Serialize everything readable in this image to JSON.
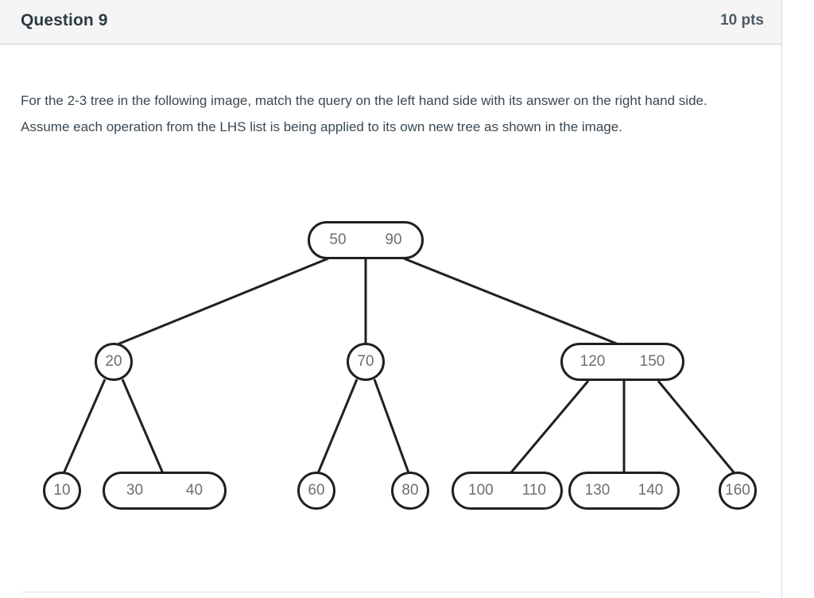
{
  "header": {
    "question_title": "Question 9",
    "points": "10 pts"
  },
  "question": {
    "prompt": "For the 2-3 tree in the following image, match the query on the left hand side with its answer on the right hand side. Assume each operation from the LHS list is being applied to its own new tree as shown in the image."
  },
  "tree": {
    "root": {
      "keys": [
        "50",
        "90"
      ]
    },
    "level2": [
      {
        "keys": [
          "20"
        ]
      },
      {
        "keys": [
          "70"
        ]
      },
      {
        "keys": [
          "120",
          "150"
        ]
      }
    ],
    "leaves": [
      {
        "keys": [
          "10"
        ]
      },
      {
        "keys": [
          "30",
          "40"
        ]
      },
      {
        "keys": [
          "60"
        ]
      },
      {
        "keys": [
          "80"
        ]
      },
      {
        "keys": [
          "100",
          "110"
        ]
      },
      {
        "keys": [
          "130",
          "140"
        ]
      },
      {
        "keys": [
          "160"
        ]
      }
    ]
  },
  "colors": {
    "node_stroke": "#231f20",
    "node_text": "#6d6e71",
    "header_bg": "#f5f5f5",
    "body_text": "#3b4953"
  }
}
